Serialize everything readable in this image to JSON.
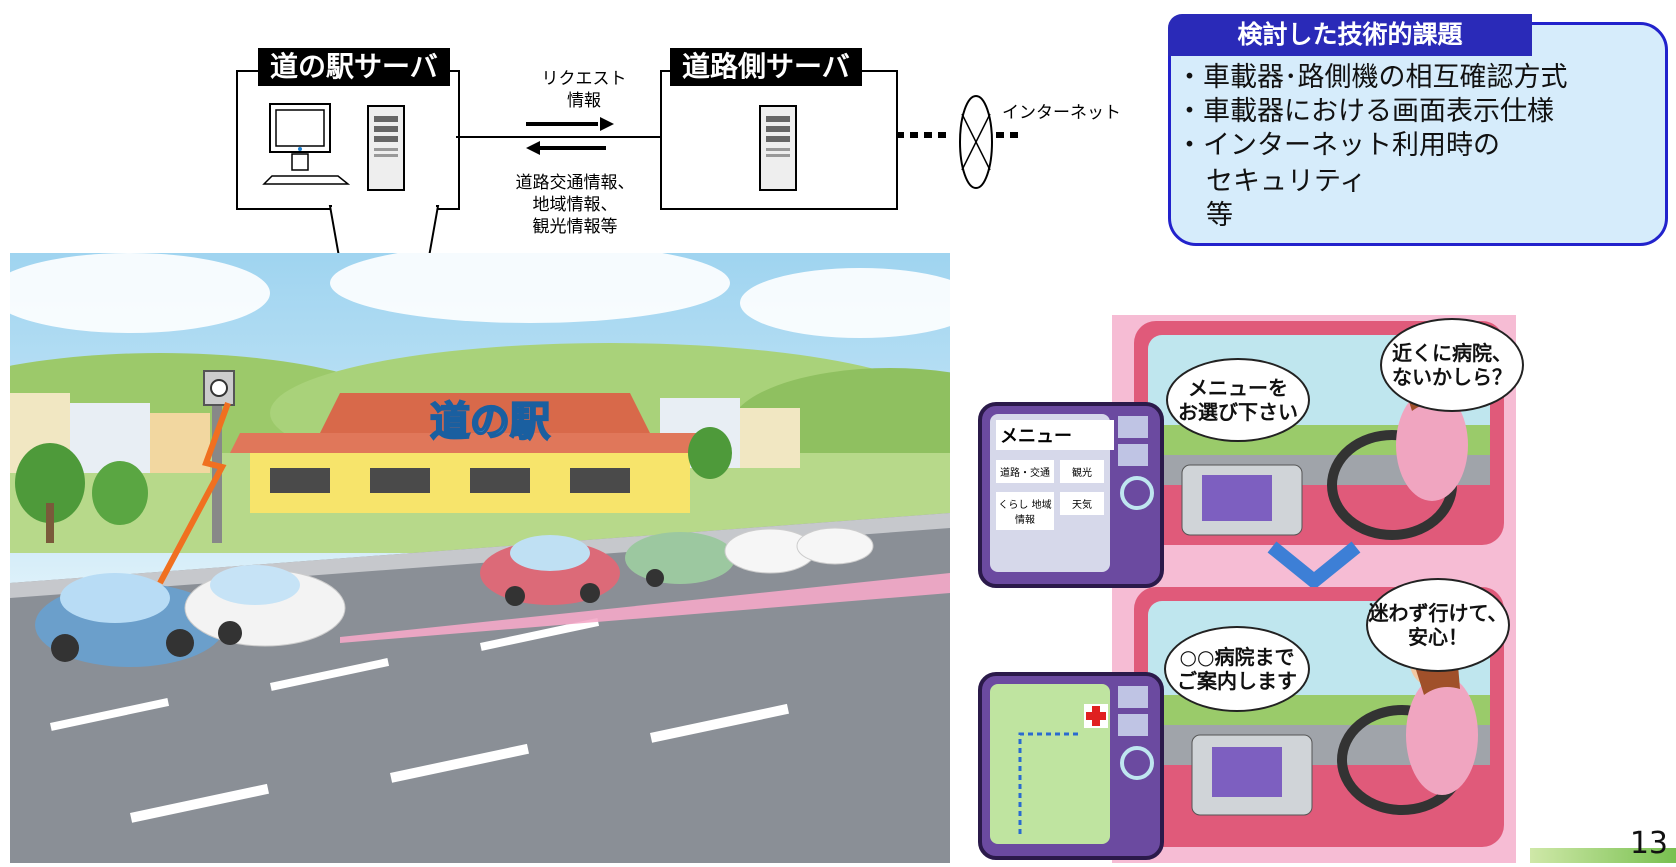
{
  "michinoeki_server": {
    "title": "道の駅サーバ"
  },
  "road_server": {
    "title": "道路側サーバ"
  },
  "request_label": [
    "リクエスト",
    "情報"
  ],
  "response_label": [
    "道路交通情報、",
    "地域情報、",
    "観光情報等"
  ],
  "internet_label": "インターネット",
  "issues": {
    "title": "検討した技術的課題",
    "items": [
      "・車載器･路側機の相互確認方式",
      "・車載器における画面表示仕様",
      "・インターネット利用時の",
      "セキュリティ",
      "等"
    ]
  },
  "scene": {
    "station_sign": "道の駅"
  },
  "menu_screen": {
    "header": "メニュー",
    "buttons": [
      "道路・交通",
      "観光",
      "くらし 地域情報",
      "天気"
    ]
  },
  "bubbles": {
    "menu": "メニューを\nお選び下さい",
    "driver_question": "近くに病院、\nないかしら？",
    "guide": "○○病院まで\nご案内します",
    "driver_relief": "迷わず行けて、\n安心！"
  },
  "page_number": "13",
  "colors": {
    "issues_border": "#2222cc",
    "issues_bg": "#d6ecfb",
    "panel_pink": "#f6bcd4",
    "arrow_blue": "#3d7fd6"
  }
}
